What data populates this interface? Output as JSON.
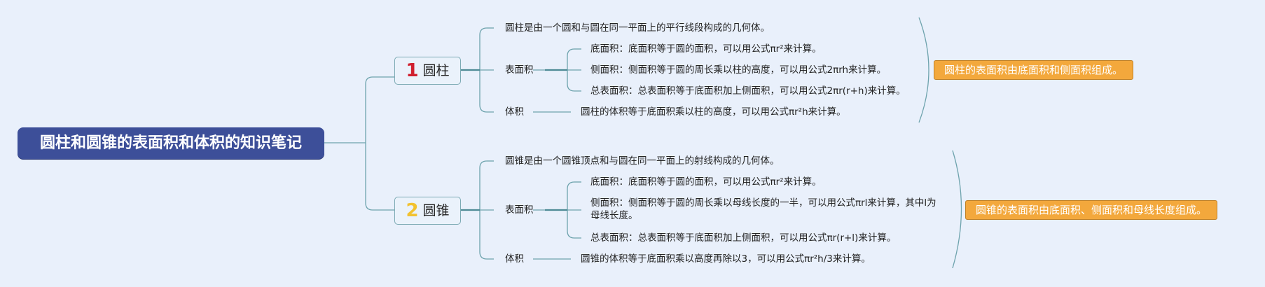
{
  "title": "圆柱和圆锥的表面积和体积的知识笔记",
  "colors": {
    "root_bg": "#3d4f99",
    "line": "#6ea3ad",
    "num1": "#d0202f",
    "num2": "#f2c230",
    "summary_bg": "#f3a83c"
  },
  "branches": [
    {
      "number": "1",
      "label": "圆柱",
      "definition": "圆柱是由一个圆和与圆在同一平面上的平行线段构成的几何体。",
      "surface_label": "表面积",
      "surface_items": [
        "底面积：底面积等于圆的面积，可以用公式πr²来计算。",
        "侧面积：侧面积等于圆的周长乘以柱的高度，可以用公式2πrh来计算。",
        "总表面积：总表面积等于底面积加上侧面积，可以用公式2πr(r+h)来计算。"
      ],
      "volume_label": "体积",
      "volume_text": "圆柱的体积等于底面积乘以柱的高度，可以用公式πr²h来计算。",
      "summary": "圆柱的表面积由底面积和侧面积组成。"
    },
    {
      "number": "2",
      "label": "圆锥",
      "definition": "圆锥是由一个圆锥顶点和与圆在同一平面上的射线构成的几何体。",
      "surface_label": "表面积",
      "surface_items": [
        "底面积：底面积等于圆的面积，可以用公式πr²来计算。",
        "侧面积：侧面积等于圆的周长乘以母线长度的一半，可以用公式πrl来计算，其中l为母线长度。",
        "总表面积：总表面积等于底面积加上侧面积，可以用公式πr(r+l)来计算。"
      ],
      "volume_label": "体积",
      "volume_text": "圆锥的体积等于底面积乘以高度再除以3，可以用公式πr²h/3来计算。",
      "summary": "圆锥的表面积由底面积、侧面积和母线长度组成。"
    }
  ]
}
